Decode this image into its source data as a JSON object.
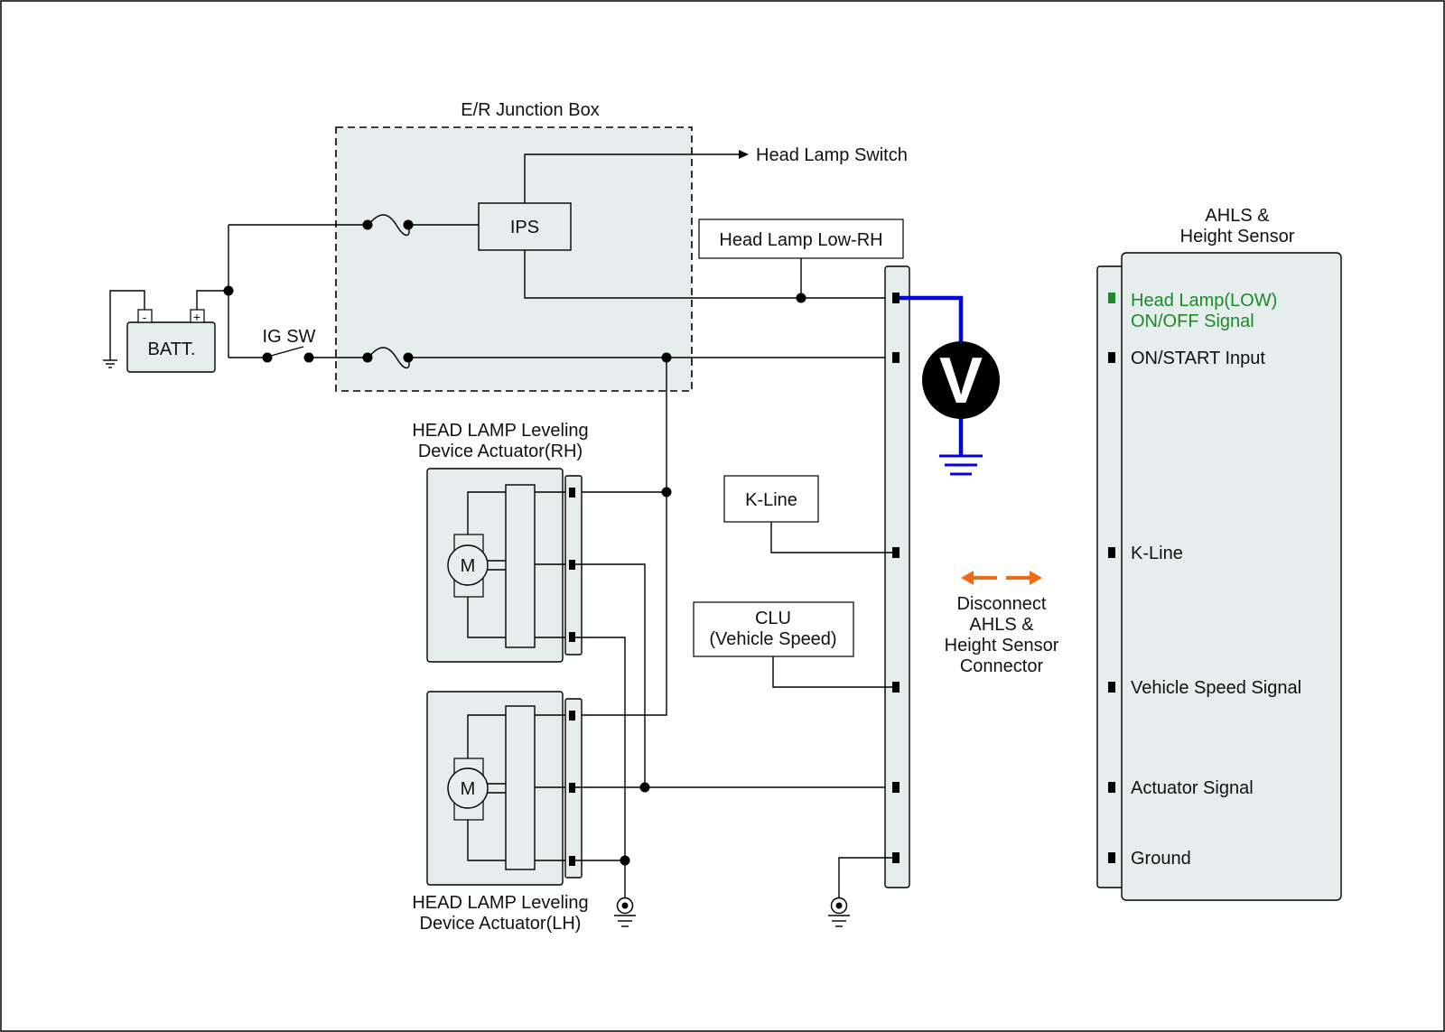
{
  "colors": {
    "panel": "#e6eded",
    "highlight_green": "#1a8a2a",
    "meter_wire": "#0000e0",
    "disconnect_arrow": "#f06a16"
  },
  "labels": {
    "junction_box": "E/R Junction Box",
    "head_lamp_switch": "Head Lamp Switch",
    "ips": "IPS",
    "head_lamp_low_rh": "Head Lamp Low-RH",
    "batt": "BATT.",
    "batt_minus": "-",
    "batt_plus": "+",
    "ig_sw": "IG SW",
    "actuator_rh_line1": "HEAD LAMP Leveling",
    "actuator_rh_line2": "Device Actuator(RH)",
    "actuator_lh_line1": "HEAD LAMP Leveling",
    "actuator_lh_line2": "Device Actuator(LH)",
    "motor": "M",
    "k_line_box": "K-Line",
    "clu_line1": "CLU",
    "clu_line2": "(Vehicle Speed)",
    "voltmeter": "V",
    "disconnect_line1": "Disconnect",
    "disconnect_line2": "AHLS &",
    "disconnect_line3": "Height Sensor",
    "disconnect_line4": "Connector",
    "ahls_title_line1": "AHLS &",
    "ahls_title_line2": "Height Sensor"
  },
  "ahls_pins": {
    "head_lamp_line1": "Head Lamp(LOW)",
    "head_lamp_line2": "ON/OFF Signal",
    "on_start": "ON/START Input",
    "k_line": "K-Line",
    "vehicle_speed": "Vehicle Speed Signal",
    "actuator_signal": "Actuator Signal",
    "ground": "Ground"
  }
}
